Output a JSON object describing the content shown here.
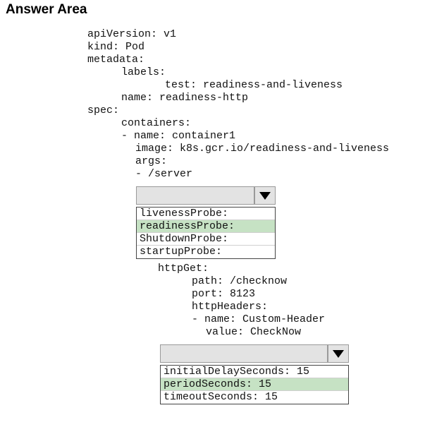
{
  "header": {
    "title": "Answer Area"
  },
  "code": {
    "l1": "apiVersion: v1",
    "l2": "kind: Pod",
    "l3": "metadata:",
    "l4": "labels:",
    "l5": "test: readiness-and-liveness",
    "l6": "name: readiness-http",
    "l7": "spec:",
    "l8": "containers:",
    "l9": "- name: container1",
    "l10": "image: k8s.gcr.io/readiness-and-liveness",
    "l11": "args:",
    "l12": "- /server",
    "l13": "httpGet:",
    "l14": "path: /checknow",
    "l15": "port: 8123",
    "l16": "httpHeaders:",
    "l17": "- name: Custom-Header",
    "l18": "value: CheckNow"
  },
  "dropdown1": {
    "options": [
      "livenessProbe:",
      "readinessProbe:",
      "ShutdownProbe:",
      "startupProbe:"
    ],
    "selected_index": 1
  },
  "dropdown2": {
    "options": [
      "initialDelaySeconds: 15",
      "periodSeconds: 15",
      "timeoutSeconds: 15"
    ],
    "selected_index": 1
  },
  "icons": {
    "arrow": "triangle-down-icon"
  },
  "colors": {
    "selected": "#c6e2c4",
    "box": "#e3e3e3"
  }
}
